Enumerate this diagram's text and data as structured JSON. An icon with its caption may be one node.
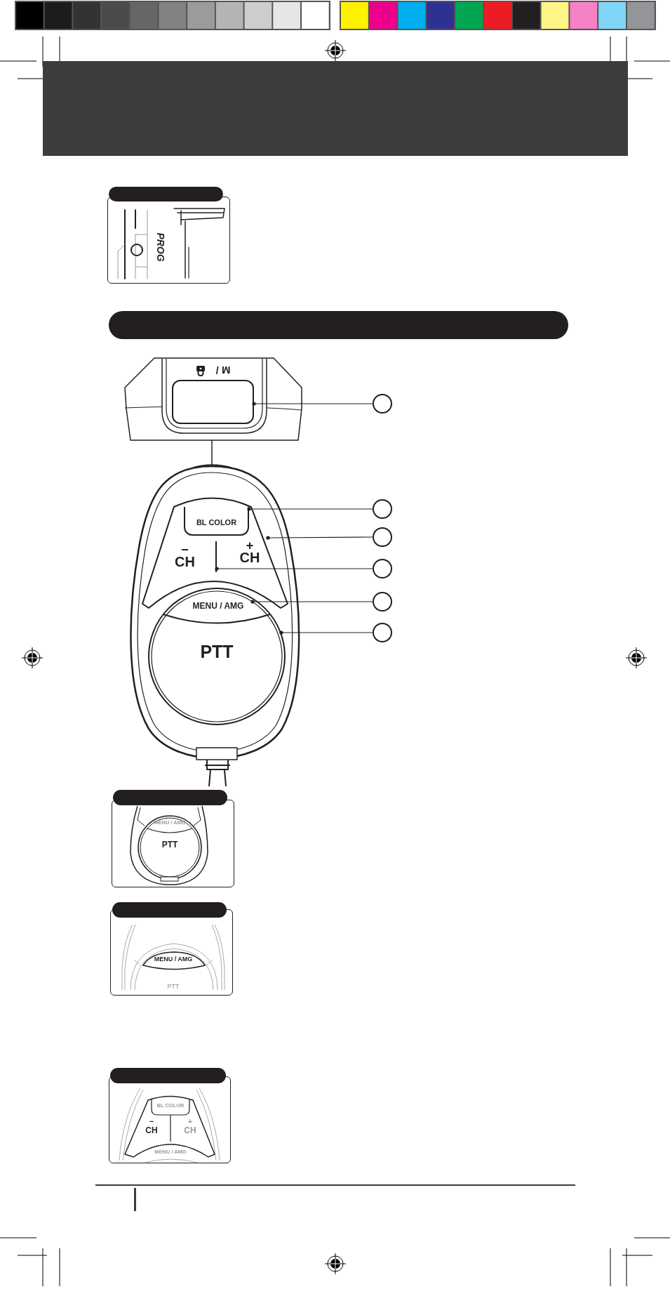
{
  "diagram": {
    "nodes": [
      {
        "text": [],
        "shape": "bar"
      },
      {
        "text": [],
        "shape": "bar"
      },
      {
        "text": [],
        "shape": "box"
      },
      {
        "text": [
          "BL COLOR"
        ]
      },
      {
        "text": [
          "−",
          "CH"
        ]
      },
      {
        "text": [
          "+",
          "CH"
        ]
      },
      {
        "text": [
          "PTT"
        ]
      },
      {
        "text": [
          "MENU / AMG"
        ],
        "in": 6
      },
      {
        "text": [],
        "shape": "circle"
      },
      {
        "text": [],
        "shape": "circle"
      },
      {
        "text": [],
        "shape": "circle"
      },
      {
        "text": [],
        "shape": "circle"
      },
      {
        "text": [],
        "shape": "circle"
      },
      {
        "text": [],
        "shape": "circle"
      },
      {
        "text": [],
        "shape": "bar"
      },
      {
        "text": [],
        "shape": "bar"
      },
      {
        "text": [],
        "shape": "bar"
      }
    ],
    "edges": [
      {
        "from": 8,
        "to": 2,
        "arrow": "other"
      },
      {
        "from": 9,
        "to": 3,
        "arrow": "other"
      },
      {
        "from": 10,
        "to": 5,
        "arrow": "other"
      },
      {
        "from": 11,
        "to": 4,
        "arrow": "other"
      },
      {
        "from": 12,
        "to": 7,
        "arrow": "other"
      },
      {
        "from": 13,
        "to": 6,
        "arrow": "other"
      }
    ],
    "labels": [
      "PROG",
      "M /",
      "MENU / AMG",
      "PTT",
      "MENU / AMG",
      "PTT",
      "BL COLOR",
      "−",
      "CH",
      "+",
      "CH",
      "MENU / AMG"
    ]
  }
}
